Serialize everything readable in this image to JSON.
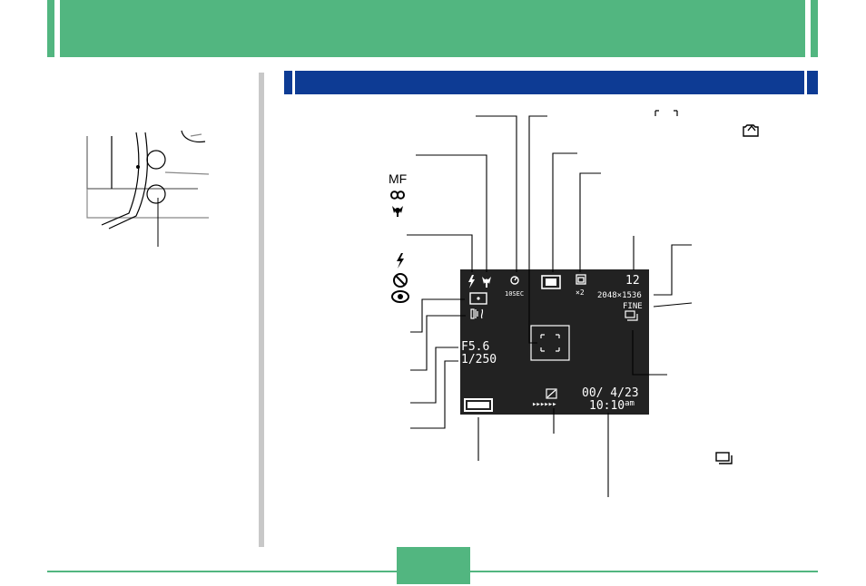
{
  "lcd": {
    "shots_remaining": "12",
    "resolution": "2048×1536",
    "quality": "FINE",
    "self_timer": "10SEC",
    "aperture": "F5.6",
    "shutter_speed": "1/250",
    "date": "00/ 4/23",
    "time": "10:10",
    "time_suffix": "am",
    "digital_zoom": "×2",
    "ev_arrows": "▸▸▸▸▸▸"
  },
  "focus_legend": {
    "manual": "MF"
  },
  "colors": {
    "header_green": "#52b680",
    "section_blue": "#0d3b94",
    "lcd_background": "#222222"
  }
}
